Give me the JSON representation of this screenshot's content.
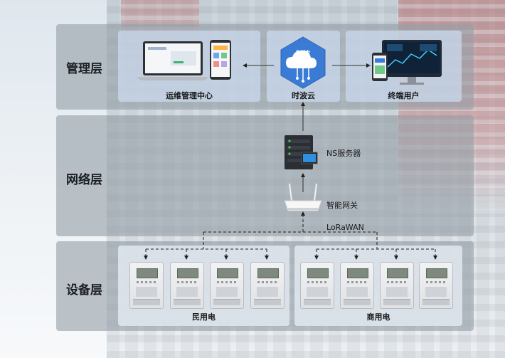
{
  "layers": {
    "management": {
      "label": "管理层"
    },
    "network": {
      "label": "网络层"
    },
    "device": {
      "label": "设备层"
    }
  },
  "management": {
    "ops_center": {
      "label": "运维管理中心"
    },
    "cloud": {
      "label": "时波云",
      "badge": "时波"
    },
    "end_user": {
      "label": "终端用户"
    }
  },
  "network": {
    "ns_server": {
      "label": "NS服务器"
    },
    "gateway": {
      "label": "智能网关"
    },
    "protocol": {
      "label": "LoRaWAN"
    }
  },
  "device": {
    "residential": {
      "label": "民用电",
      "meter_count": 4
    },
    "commercial": {
      "label": "商用电",
      "meter_count": 4
    }
  },
  "colors": {
    "cloud_blue": "#3a7bd5",
    "layer_bg": "#9aa3aa",
    "panel_bg": "#c8d7eb"
  }
}
